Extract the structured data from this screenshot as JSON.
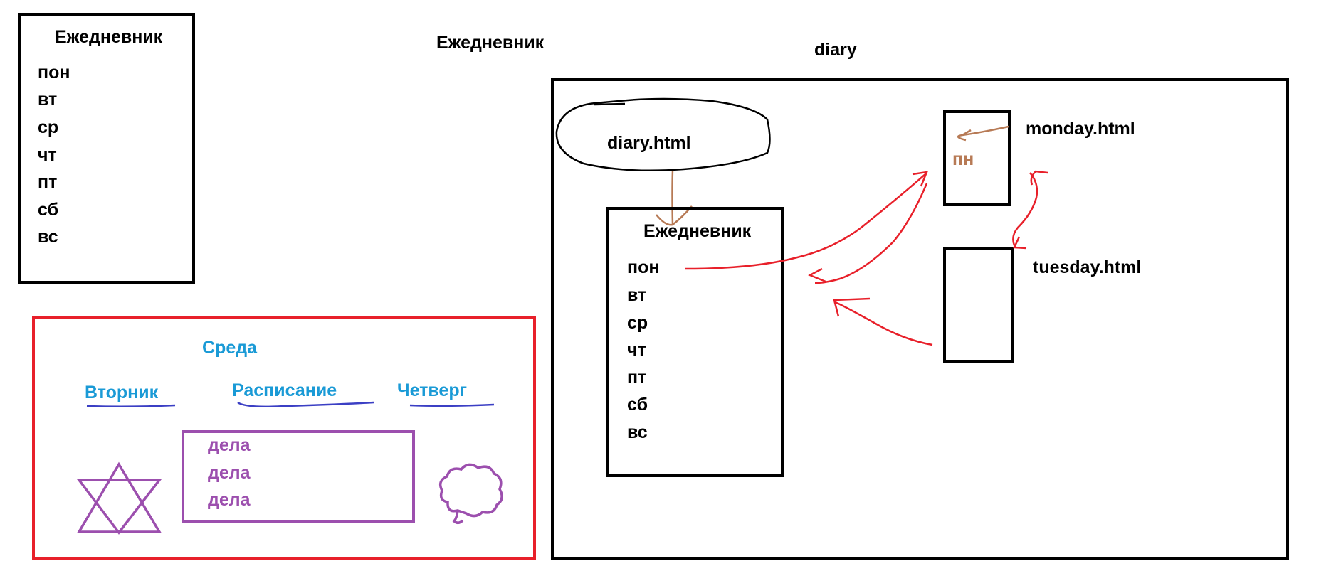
{
  "sketch_left": {
    "title": "Ежедневник",
    "days": [
      "пон",
      "вт",
      "ср",
      "чт",
      "пт",
      "сб",
      "вс"
    ]
  },
  "page_heading": "Ежедневник",
  "mockup": {
    "current": "Среда",
    "prev_link": "Вторник",
    "schedule_link": "Расписание",
    "next_link": "Четверг",
    "tasks": [
      "дела",
      "дела",
      "дела"
    ]
  },
  "structure": {
    "folder_label": "diary",
    "main_file": "diary.html",
    "main_title": "Ежедневник",
    "days": [
      "пон",
      "вт",
      "ср",
      "чт",
      "пт",
      "сб",
      "вс"
    ],
    "monday_file": "monday.html",
    "monday_content": "пн",
    "tuesday_file": "tuesday.html"
  },
  "colors": {
    "ink": "#000000",
    "arrows": "#e8202a",
    "links": "#1a9ad6",
    "underline": "#3b3fc4",
    "tasks": "#9c4fae",
    "brown": "#b77a55"
  }
}
